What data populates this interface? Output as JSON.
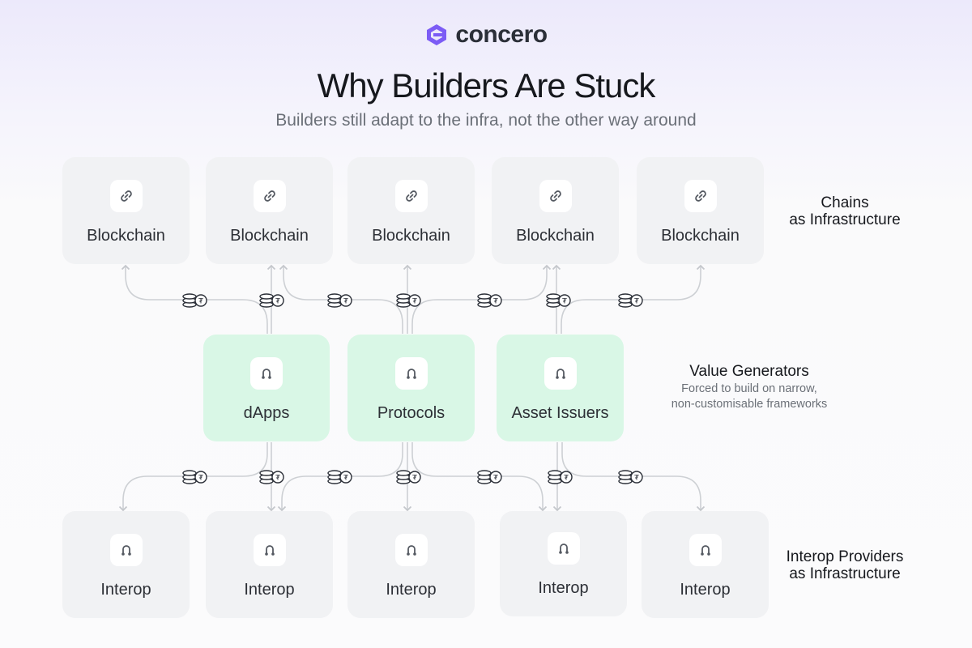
{
  "brand": {
    "name": "concero"
  },
  "header": {
    "title": "Why Builders Are Stuck",
    "subtitle": "Builders still adapt to the infra, not the other way around"
  },
  "rows": {
    "chains": {
      "label_line1": "Chains",
      "label_line2": "as Infrastructure",
      "items": [
        {
          "label": "Blockchain",
          "icon": "link-icon"
        },
        {
          "label": "Blockchain",
          "icon": "link-icon"
        },
        {
          "label": "Blockchain",
          "icon": "link-icon"
        },
        {
          "label": "Blockchain",
          "icon": "link-icon"
        },
        {
          "label": "Blockchain",
          "icon": "link-icon"
        }
      ]
    },
    "generators": {
      "label": "Value Generators",
      "desc_line1": "Forced to build on narrow,",
      "desc_line2": "non-customisable frameworks",
      "items": [
        {
          "label": "dApps",
          "icon": "arch-icon"
        },
        {
          "label": "Protocols",
          "icon": "arch-icon"
        },
        {
          "label": "Asset Issuers",
          "icon": "arch-icon"
        }
      ]
    },
    "interop": {
      "label_line1": "Interop Providers",
      "label_line2": "as Infrastructure",
      "items": [
        {
          "label": "Interop",
          "icon": "arch-icon"
        },
        {
          "label": "Interop",
          "icon": "arch-icon"
        },
        {
          "label": "Interop",
          "icon": "arch-icon"
        },
        {
          "label": "Interop",
          "icon": "arch-icon"
        },
        {
          "label": "Interop",
          "icon": "arch-icon"
        }
      ]
    }
  },
  "colors": {
    "accent": "#7c5cf5",
    "generator_fill": "#d9f7e6",
    "card_fill": "#f1f2f4",
    "connector": "#c4c7cc"
  }
}
